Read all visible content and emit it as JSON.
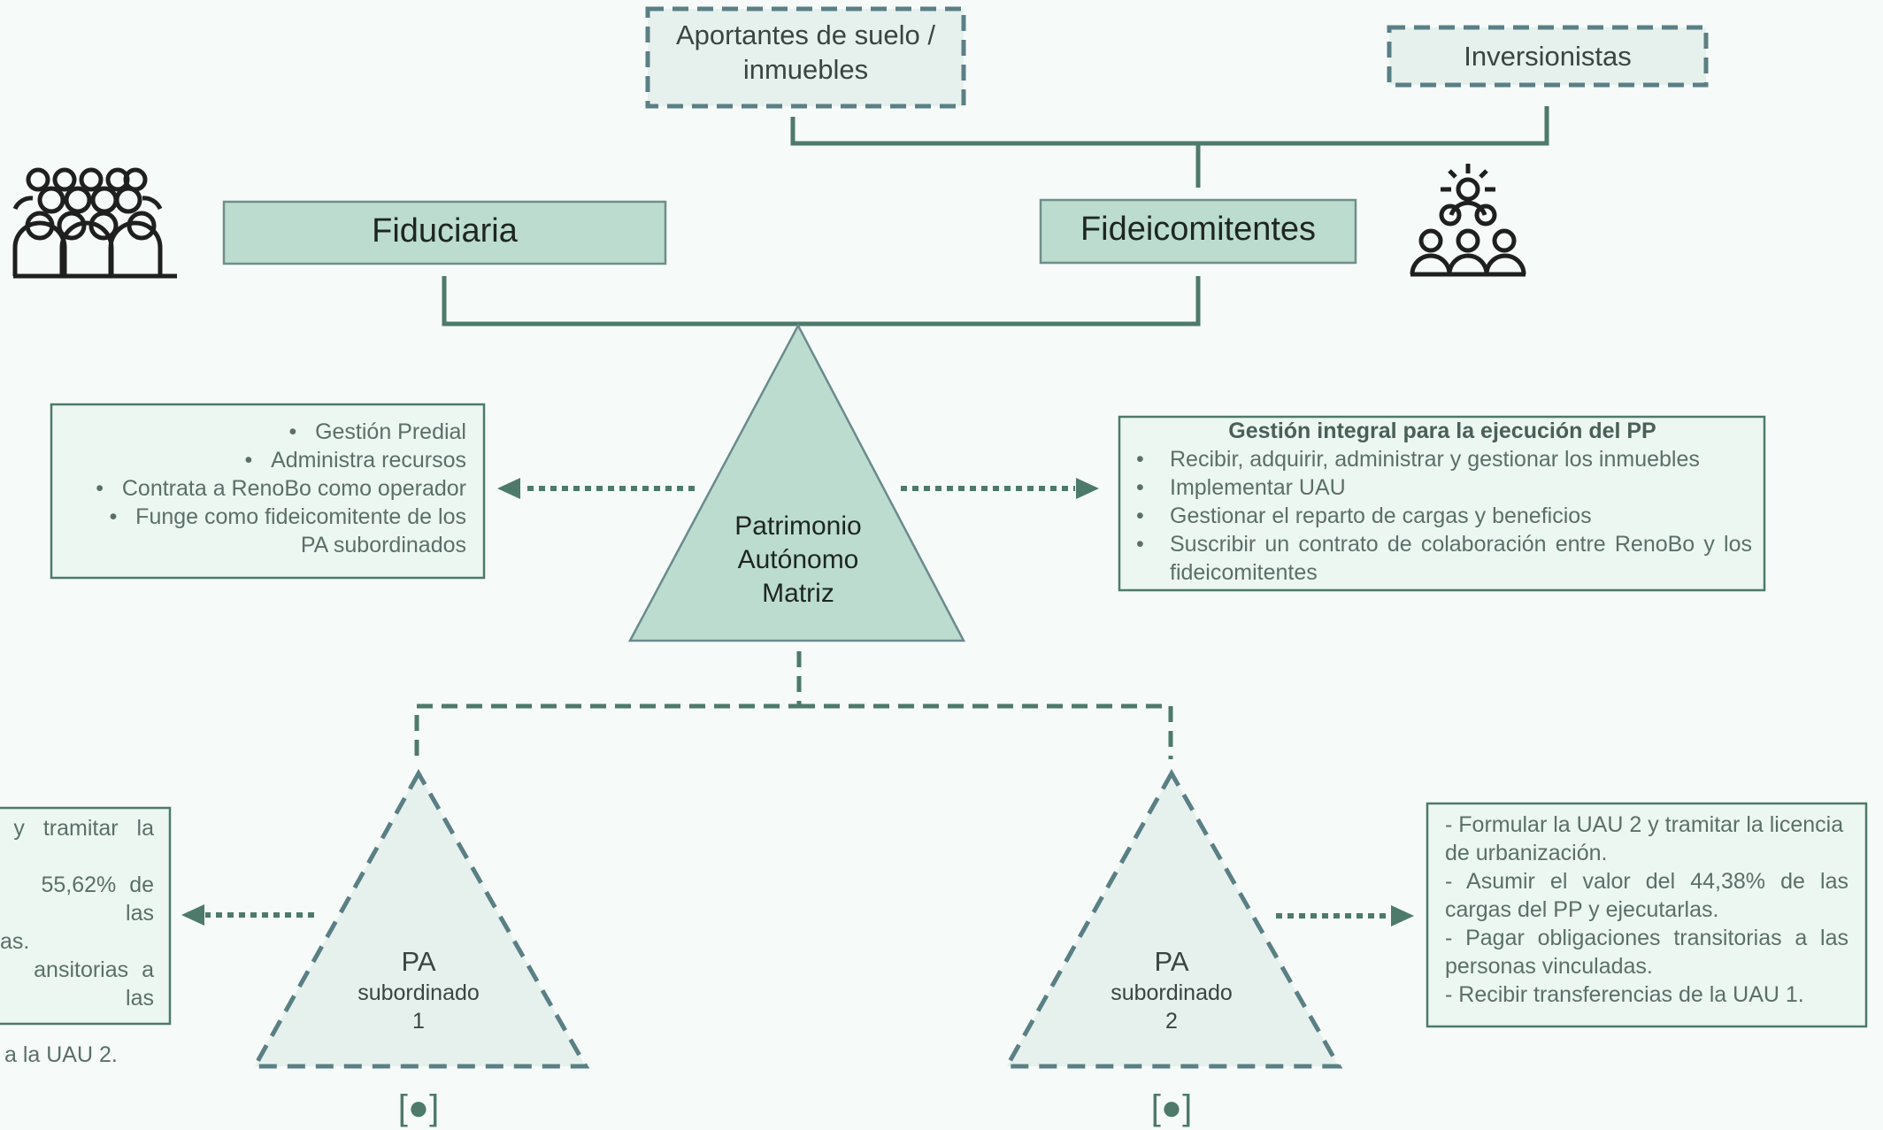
{
  "top_boxes": {
    "aportantes_line1": "Aportantes de suelo /",
    "aportantes_line2": "inmuebles",
    "inversionistas": "Inversionistas"
  },
  "mid_boxes": {
    "fiduciaria": "Fiduciaria",
    "fideicomitentes": "Fideicomitentes"
  },
  "matriz": {
    "line1": "Patrimonio",
    "line2": "Autónomo",
    "line3": "Matriz"
  },
  "fiduciaria_roles": [
    "Gestión Predial",
    "Administra recursos",
    "Contrata a RenoBo como operador",
    "Funge como fideicomitente de los",
    "PA subordinados"
  ],
  "gestion": {
    "title": "Gestión integral para la ejecución del PP",
    "items": [
      "Recibir, adquirir, administrar y gestionar los inmuebles",
      "Implementar UAU",
      "Gestionar el reparto de cargas y beneficios",
      "Suscribir un contrato de colaboración entre RenoBo y los",
      "fideicomitentes"
    ]
  },
  "sub1": {
    "line1": "PA",
    "line2": "subordinado",
    "line3": "1",
    "tag": "[●]"
  },
  "sub2": {
    "line1": "PA",
    "line2": "subordinado",
    "line3": "2",
    "tag": "[●]"
  },
  "sub1_box": [
    "y tramitar la",
    "55,62% de las",
    "as.",
    "ansitorias a las",
    "a la UAU 2."
  ],
  "sub2_box": [
    "- Formular la UAU 2 y tramitar la licencia",
    "de urbanización.",
    "- Asumir el valor del 44,38% de las",
    "cargas del PP y ejecutarlas.",
    "- Pagar obligaciones transitorias a las",
    "personas vinculadas.",
    "- Recibir transferencias de la UAU 1."
  ],
  "colors": {
    "line": "#4d7a6a",
    "fill_mid": "#bcdcd0",
    "fill_light": "#e6f1ed",
    "dashed_border": "#5a7f85",
    "text": "#5b6f69",
    "dark_text": "#2a332f"
  }
}
